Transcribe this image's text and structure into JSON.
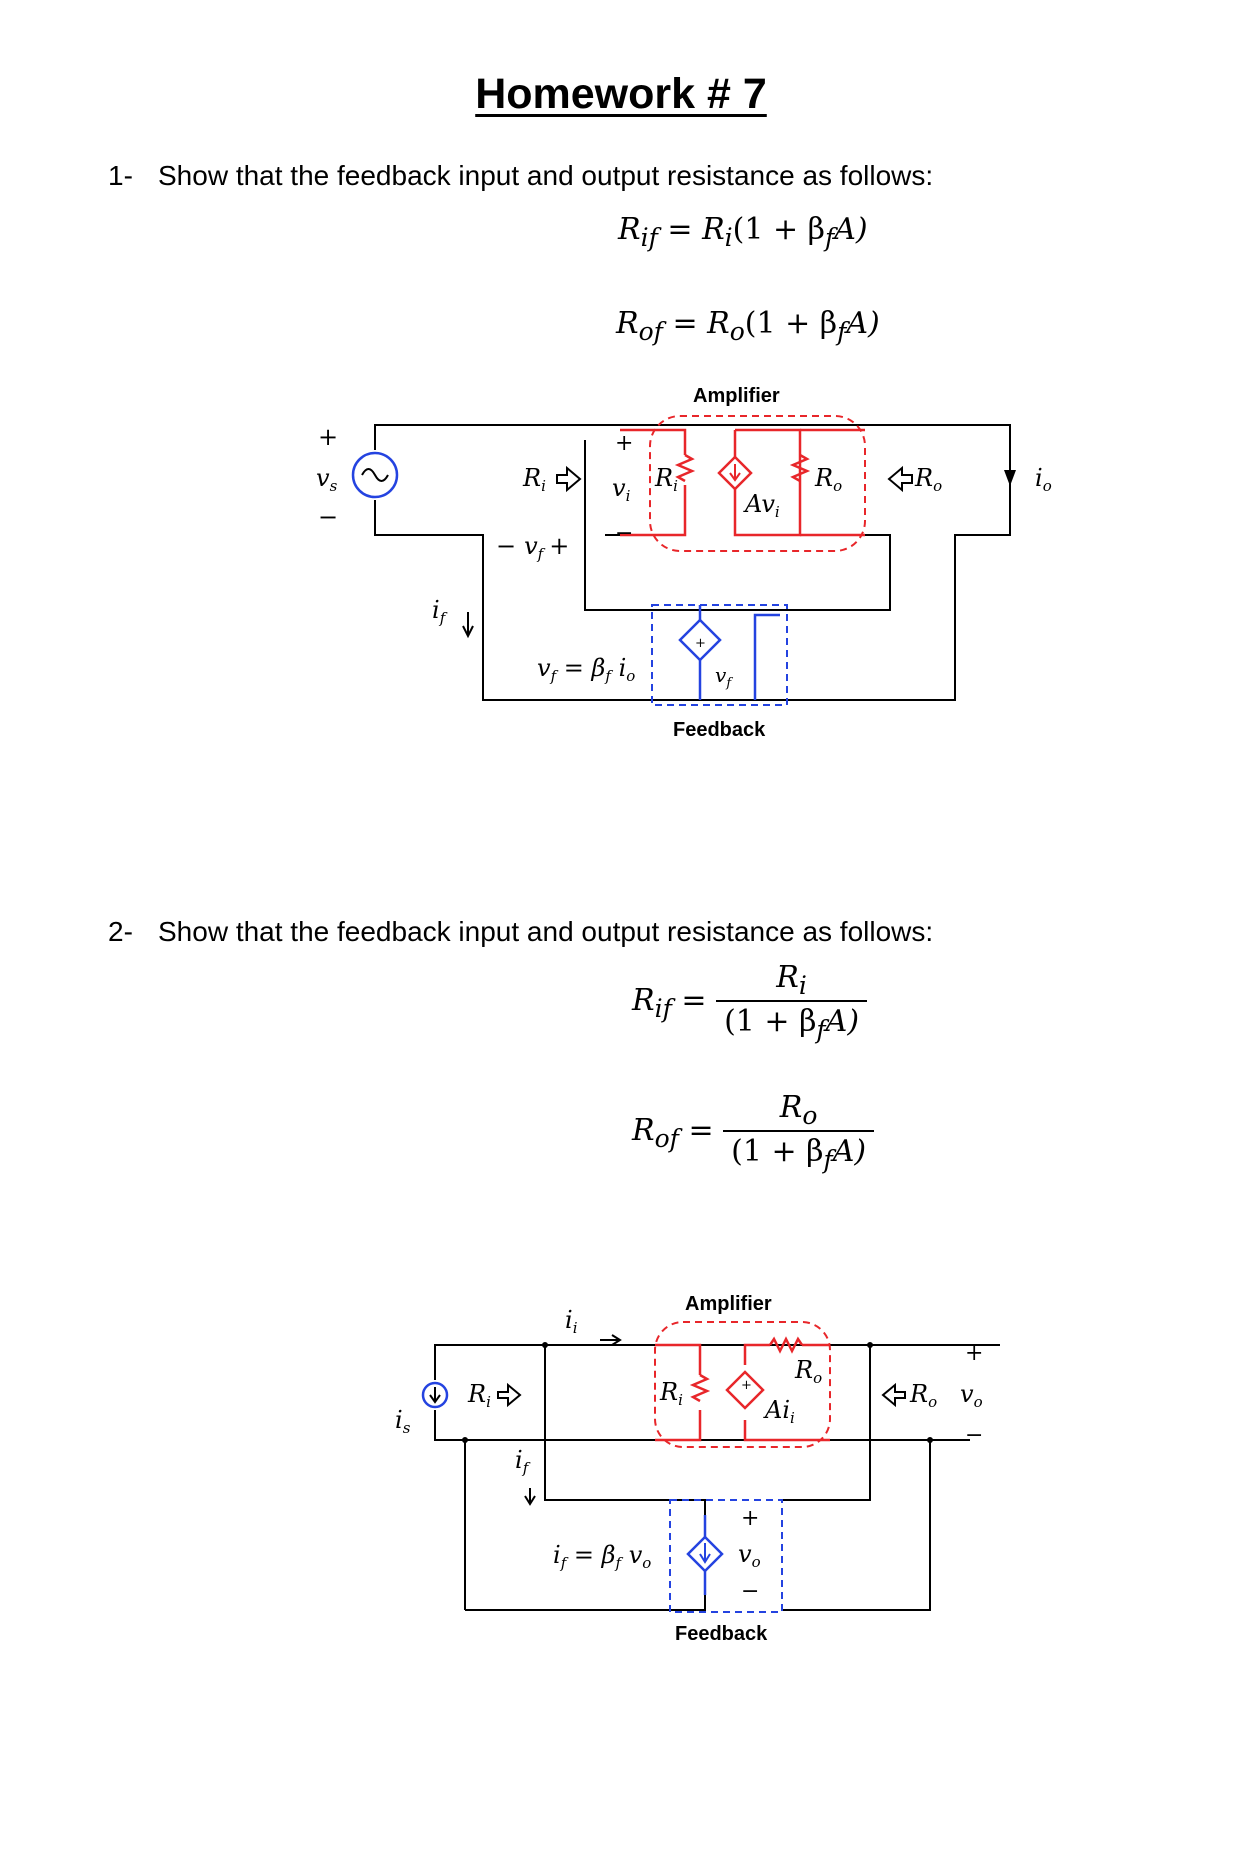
{
  "title": "Homework # 7",
  "questions": [
    {
      "number": "1-",
      "text": "Show that the feedback input and output resistance as follows:",
      "equations": [
        {
          "lhs": "R",
          "lhs_sub": "if",
          "rhs": "R",
          "rhs_sub": "i",
          "factor": "(1 + β",
          "factor_sub": "f",
          "factor_end": "A)"
        },
        {
          "lhs": "R",
          "lhs_sub": "of",
          "rhs": "R",
          "rhs_sub": "o",
          "factor": "(1 + β",
          "factor_sub": "f",
          "factor_end": "A)"
        }
      ],
      "figure": {
        "amplifier_label": "Amplifier",
        "feedback_label": "Feedback",
        "vs": "v",
        "vs_sub": "s",
        "ri_arrow": "R",
        "ri_arrow_sub": "i",
        "vi": "v",
        "vi_sub": "i",
        "ri_res": "R",
        "ri_res_sub": "i",
        "av": "Av",
        "av_sub": "i",
        "ro_res": "R",
        "ro_res_sub": "o",
        "ro_arrow": "R",
        "ro_arrow_sub": "o",
        "io": "i",
        "io_sub": "o",
        "vf_minus": "−",
        "vf": "v",
        "vf_sub": "f",
        "vf_plus": "+",
        "if": "i",
        "if_sub": "f",
        "vf_eq": "v",
        "vf_eq_sub": "f",
        "vf_eq_mid": " = β",
        "vf_eq_mid_sub": "f",
        "vf_eq_end": " i",
        "vf_eq_end_sub": "o",
        "vf_src": "v",
        "vf_src_sub": "f"
      }
    },
    {
      "number": "2-",
      "text": "Show that the feedback input and output resistance as follows:",
      "equations": [
        {
          "lhs": "R",
          "lhs_sub": "if",
          "num": "R",
          "num_sub": "i",
          "den": "(1 + β",
          "den_sub": "f",
          "den_end": "A)"
        },
        {
          "lhs": "R",
          "lhs_sub": "of",
          "num": "R",
          "num_sub": "o",
          "den": "(1 + β",
          "den_sub": "f",
          "den_end": "A)"
        }
      ],
      "figure": {
        "amplifier_label": "Amplifier",
        "feedback_label": "Feedback",
        "ii": "i",
        "ii_sub": "i",
        "is": "i",
        "is_sub": "s",
        "ri_arrow": "R",
        "ri_arrow_sub": "i",
        "ri_res": "R",
        "ri_res_sub": "i",
        "ro_res": "R",
        "ro_res_sub": "o",
        "ai": "Ai",
        "ai_sub": "i",
        "ro_arrow": "R",
        "ro_arrow_sub": "o",
        "vo": "v",
        "vo_sub": "o",
        "if": "i",
        "if_sub": "f",
        "if_eq": "i",
        "if_eq_sub": "f",
        "if_eq_mid": " = β",
        "if_eq_mid_sub": "f",
        "if_eq_end": " v",
        "if_eq_end_sub": "o",
        "vo_fb": "v",
        "vo_fb_sub": "o"
      }
    }
  ],
  "colors": {
    "amplifier": "#e8262a",
    "feedback": "#2443e0",
    "wire": "#000000"
  }
}
